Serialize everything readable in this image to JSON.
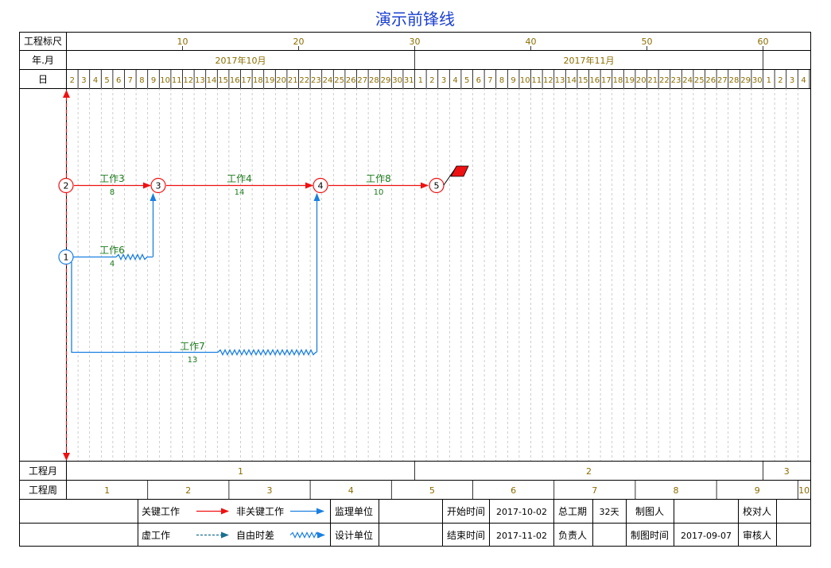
{
  "title": "演示前锋线",
  "labels": {
    "ruler": "工程标尺",
    "yearMonth": "年.月",
    "day": "日",
    "projectMonth": "工程月",
    "projectWeek": "工程周"
  },
  "rulerTicks": [
    "10",
    "20",
    "30",
    "40",
    "50",
    "60"
  ],
  "months": [
    "2017年10月",
    "2017年11月"
  ],
  "days": [
    2,
    3,
    4,
    5,
    6,
    7,
    8,
    9,
    10,
    11,
    12,
    13,
    14,
    15,
    16,
    17,
    18,
    19,
    20,
    21,
    22,
    23,
    24,
    25,
    26,
    27,
    28,
    29,
    30,
    31,
    1,
    2,
    3,
    4,
    5,
    6,
    7,
    8,
    9,
    10,
    11,
    12,
    13,
    14,
    15,
    16,
    17,
    18,
    19,
    20,
    21,
    22,
    23,
    24,
    25,
    26,
    27,
    28,
    29,
    30,
    1,
    2,
    3,
    4
  ],
  "projectMonths": [
    "1",
    "2",
    "3"
  ],
  "projectWeeks": [
    "1",
    "2",
    "3",
    "4",
    "5",
    "6",
    "7",
    "8",
    "9",
    "10"
  ],
  "colors": {
    "critical": "#ee1111",
    "noncritical": "#1a7fe0",
    "title": "#1a3fd0",
    "label": "#1c7a1c",
    "scale": "#8a6d00",
    "grid": "#b8b8b8",
    "dummy": "#2a7fbf",
    "float": "#1a7fe0"
  },
  "network": {
    "nodes": [
      {
        "id": "1",
        "day": 0,
        "row": "lower",
        "kind": "noncritical"
      },
      {
        "id": "2",
        "day": 0,
        "row": "upper",
        "kind": "critical"
      },
      {
        "id": "3",
        "day": 8,
        "row": "upper",
        "kind": "critical"
      },
      {
        "id": "4",
        "day": 22,
        "row": "upper",
        "kind": "critical"
      },
      {
        "id": "5",
        "day": 32,
        "row": "upper",
        "kind": "critical"
      }
    ],
    "tasks": [
      {
        "name": "工作3",
        "duration": "8"
      },
      {
        "name": "工作4",
        "duration": "14"
      },
      {
        "name": "工作8",
        "duration": "10"
      },
      {
        "name": "工作6",
        "duration": "4"
      },
      {
        "name": "工作7",
        "duration": "13"
      }
    ]
  },
  "legend": {
    "critical": "关键工作",
    "noncritical": "非关键工作",
    "dummy": "虚工作",
    "free_float": "自由时差"
  },
  "info": {
    "supervisor_label": "监理单位",
    "design_label": "设计单位",
    "start_label": "开始时间",
    "start_value": "2017-10-02",
    "end_label": "结束时间",
    "end_value": "2017-11-02",
    "duration_label": "总工期",
    "duration_value": "32天",
    "manager_label": "负责人",
    "drafter_label": "制图人",
    "draw_time_label": "制图时间",
    "draw_time_value": "2017-09-07",
    "checker_label": "校对人",
    "reviewer_label": "审核人"
  }
}
